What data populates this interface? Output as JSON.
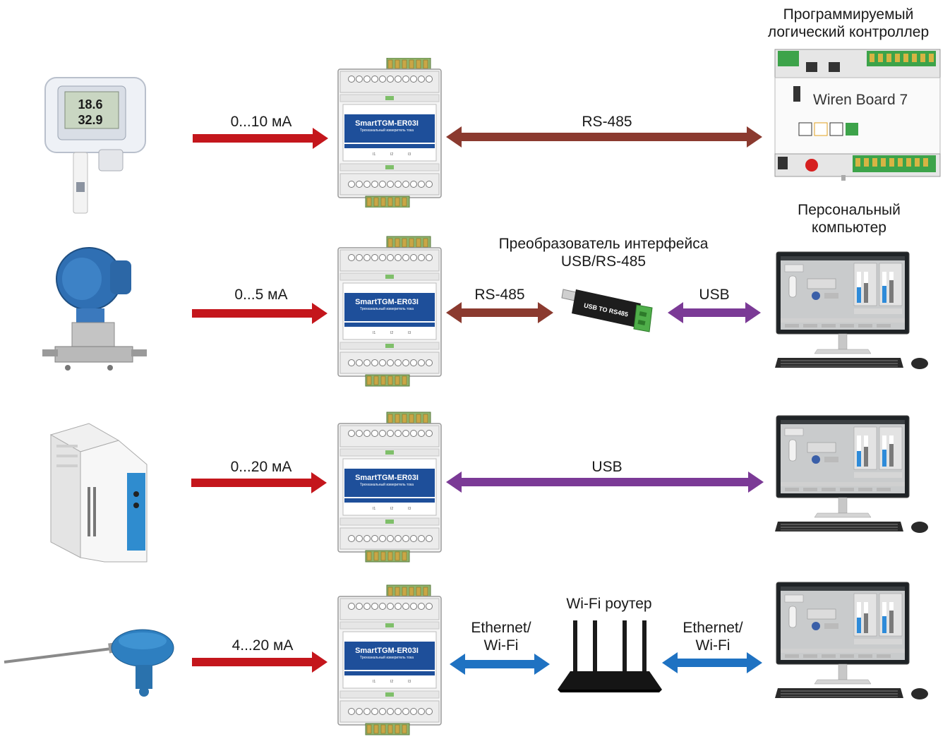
{
  "colors": {
    "signal_arrow": "#c4161c",
    "rs485_arrow": "#8b3a2f",
    "usb_arrow": "#7b3a96",
    "ethernet_arrow": "#1f72c2"
  },
  "module": {
    "name": "SmartTGM-ER03I"
  },
  "rows": [
    {
      "sensor": "humidity-temperature-transmitter",
      "current_label": "0...10 мА",
      "link_label": "RS-485",
      "target_title": "Программируемый логический контроллер",
      "plc_name": "Wiren Board 7"
    },
    {
      "sensor": "pressure-transmitter",
      "current_label": "0...5 мА",
      "converter_title": "Преобразователь интерфейса USB/RS-485",
      "link_label_left": "RS-485",
      "link_label_right": "USB",
      "target_title": "Персональный компьютер"
    },
    {
      "sensor": "din-rail-signal-converter",
      "current_label": "0...20 мА",
      "link_label": "USB"
    },
    {
      "sensor": "temperature-probe",
      "current_label": "4...20 мА",
      "router_title": "Wi-Fi роутер",
      "link_label_left": "Ethernet/ Wi-Fi",
      "link_label_right": "Ethernet/ Wi-Fi"
    }
  ]
}
